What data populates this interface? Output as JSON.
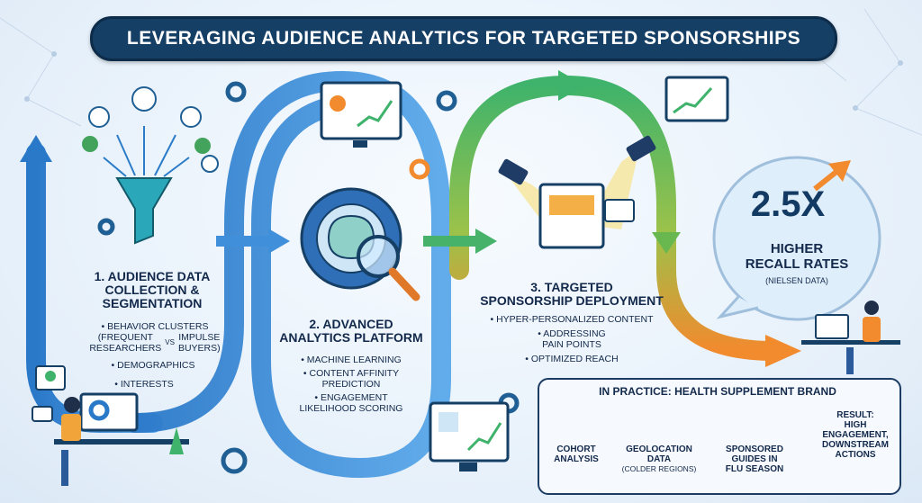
{
  "title": "LEVERAGING AUDIENCE ANALYTICS FOR TARGETED SPONSORSHIPS",
  "steps": [
    {
      "heading_lines": [
        "1. AUDIENCE DATA",
        "COLLECTION &",
        "SEGMENTATION"
      ],
      "clusters": {
        "label": "BEHAVIOR CLUSTERS",
        "left": "(FREQUENT",
        "left2": "RESEARCHERS",
        "vs": "VS",
        "right": "IMPULSE",
        "right2": "BUYERS)"
      },
      "bullets": [
        "DEMOGRAPHICS",
        "INTERESTS"
      ]
    },
    {
      "heading_lines": [
        "2. ADVANCED",
        "ANALYTICS PLATFORM"
      ],
      "bullets": [
        "MACHINE LEARNING",
        "CONTENT AFFINITY",
        "PREDICTION",
        "ENGAGEMENT",
        "LIKELIHOOD SCORING"
      ]
    },
    {
      "heading_lines": [
        "3. TARGETED",
        "SPONSORSHIP DEPLOYMENT"
      ],
      "bullets": [
        "HYPER-PERSONALIZED CONTENT",
        "ADDRESSING",
        "PAIN POINTS",
        "OPTIMIZED REACH"
      ]
    }
  ],
  "stat": {
    "value": "2.5X",
    "line1": "HIGHER",
    "line2": "RECALL RATES",
    "source": "(NIELSEN DATA)"
  },
  "practice": {
    "heading": "IN PRACTICE: HEALTH SUPPLEMENT BRAND",
    "items": [
      {
        "lines": [
          "COHORT",
          "ANALYSIS"
        ]
      },
      {
        "lines": [
          "GEOLOCATION",
          "DATA",
          "(COLDER REGIONS)"
        ]
      },
      {
        "lines": [
          "SPONSORED",
          "GUIDES IN",
          "FLU SEASON"
        ]
      },
      {
        "lines": [
          "RESULT:",
          "HIGH",
          "ENGAGEMENT,",
          "DOWNSTREAM",
          "ACTIONS"
        ]
      }
    ]
  },
  "colors": {
    "blue": "#2f86d6",
    "green": "#3fb36b",
    "orange": "#f28a2e",
    "navy": "#163f66"
  }
}
